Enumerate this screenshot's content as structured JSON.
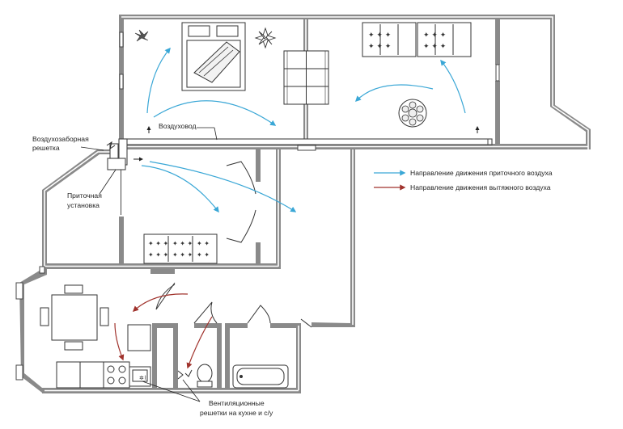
{
  "labels": {
    "air_intake": [
      "Воздухозаборная",
      "решетка"
    ],
    "duct": "Воздуховод",
    "supply_unit": [
      "Приточная",
      "установка"
    ],
    "vent_grilles": [
      "Вентиляционные",
      "решетки на кухне и с/у"
    ]
  },
  "legend": {
    "supply": "Направление движения приточного воздуха",
    "exhaust": "Направление движения вытяжного воздуха"
  },
  "colors": {
    "supply_arrow": "#3aa7d6",
    "exhaust_arrow": "#a0322c",
    "wall": "#8a8a8a"
  },
  "icons": [
    "bed-icon",
    "plant-icon",
    "wardrobe-icon",
    "sofa-icon",
    "dining-table-icon",
    "kitchen-counter-icon",
    "toilet-icon",
    "bathtub-icon",
    "sink-icon"
  ]
}
